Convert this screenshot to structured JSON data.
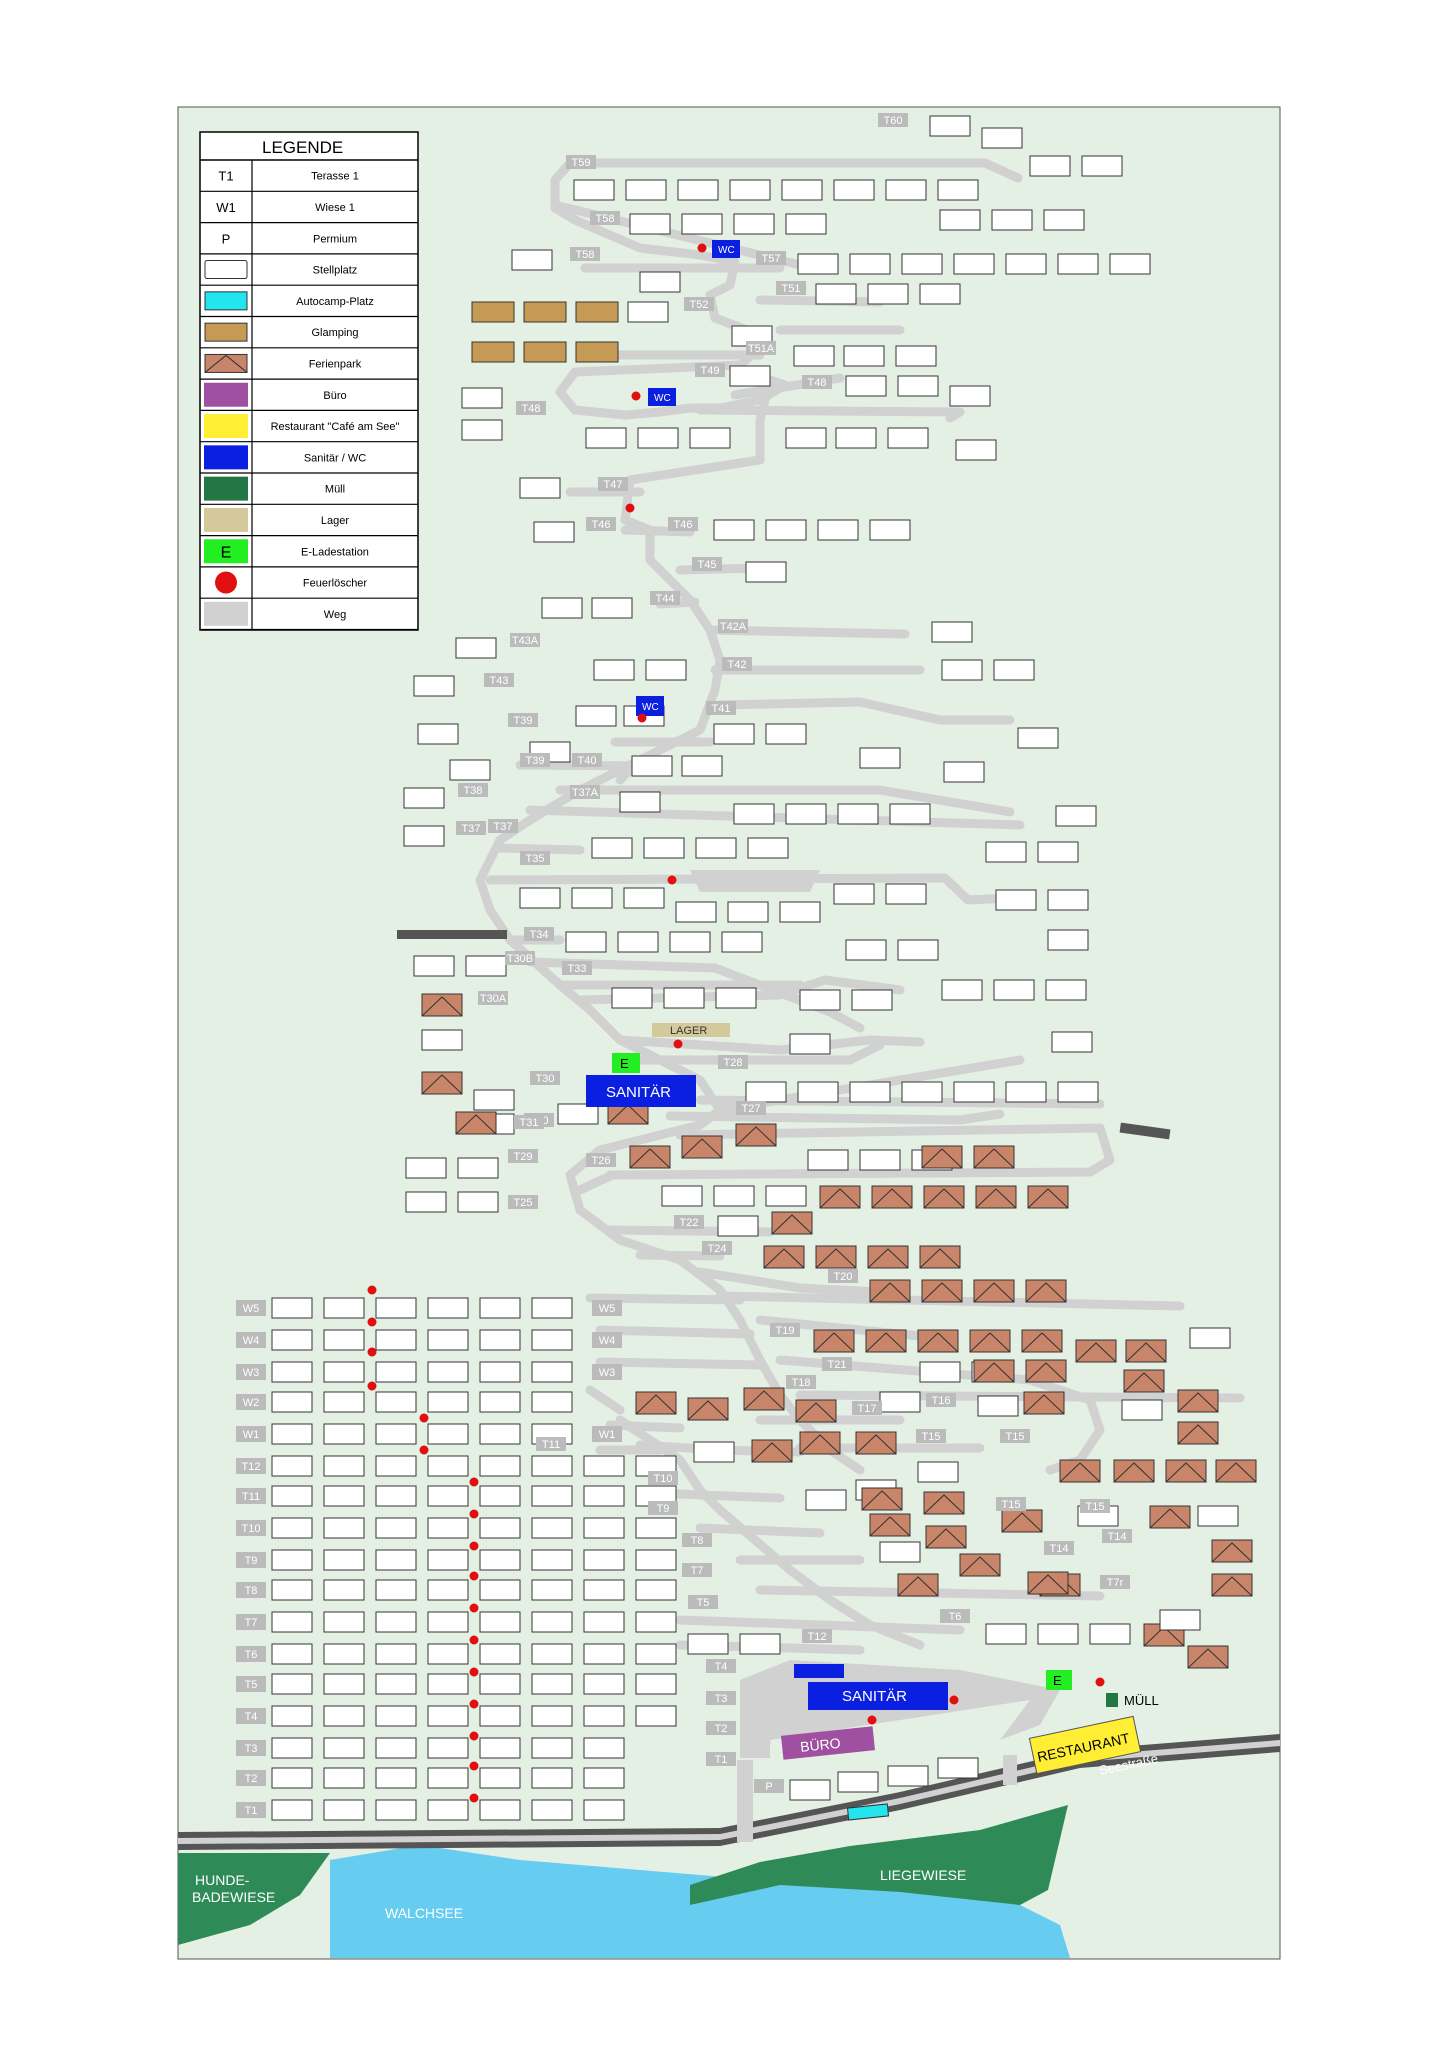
{
  "legend": {
    "title": "LEGENDE",
    "items": [
      {
        "symbol": "T1",
        "label": "Terasse 1"
      },
      {
        "symbol": "W1",
        "label": "Wiese 1"
      },
      {
        "symbol": "P",
        "label": "Permium"
      },
      {
        "symbol": "",
        "label": "Stellplatz"
      },
      {
        "symbol": "",
        "label": "Autocamp-Platz"
      },
      {
        "symbol": "",
        "label": "Glamping"
      },
      {
        "symbol": "",
        "label": "Ferienpark"
      },
      {
        "symbol": "",
        "label": "Büro"
      },
      {
        "symbol": "",
        "label": "Restaurant \"Café am See\""
      },
      {
        "symbol": "",
        "label": "Sanitär / WC"
      },
      {
        "symbol": "",
        "label": "Müll"
      },
      {
        "symbol": "",
        "label": "Lager"
      },
      {
        "symbol": "E",
        "label": "E-Ladestation"
      },
      {
        "symbol": "",
        "label": "Feuerlöscher"
      },
      {
        "symbol": "",
        "label": "Weg"
      }
    ]
  },
  "colors": {
    "background": "#e5f0e5",
    "path": "#d1d1d1",
    "glamping": "#c49a55",
    "ferienpark": "#c9856a",
    "buero": "#a050a0",
    "restaurant": "#ffee33",
    "sanitaer": "#0a1fe0",
    "muell": "#227744",
    "lager": "#d4c99a",
    "eladestation": "#22ee22",
    "feuerloescher": "#e01010",
    "autocamp": "#22e5f0",
    "road": "#555555",
    "lake": "#66ccf0",
    "meadow": "#2e8b57",
    "label_bg": "#bbbbbb"
  },
  "terraces": [
    "T60",
    "T59",
    "T58",
    "T58",
    "T57",
    "T51",
    "T52",
    "T51A",
    "T49",
    "T48",
    "T48",
    "T47",
    "T46",
    "T46",
    "T45",
    "T44",
    "T42A",
    "T43A",
    "T42",
    "T43",
    "T41",
    "T39",
    "T39",
    "T40",
    "T37A",
    "T38",
    "T37",
    "T37",
    "T35",
    "T34",
    "T30B",
    "T33",
    "T30A",
    "T30",
    "T30",
    "T28",
    "T31",
    "T27",
    "T29",
    "T26",
    "T25",
    "T22",
    "T24",
    "T20",
    "T19",
    "T21",
    "T18",
    "T17",
    "T16",
    "T15",
    "T15",
    "T15",
    "T15",
    "T14",
    "T14",
    "T7r",
    "T6",
    "T12",
    "T11",
    "T10",
    "T9",
    "T8",
    "T7",
    "T5",
    "T4",
    "T3",
    "T2",
    "T1",
    "P"
  ],
  "meadows_rows": [
    "W5",
    "W4",
    "W3",
    "W2",
    "W1",
    "T12",
    "T11",
    "T10",
    "T9",
    "T8",
    "T7",
    "T6",
    "T5",
    "T4",
    "T3",
    "T2",
    "T1"
  ],
  "meadows_right": [
    "W5",
    "W4",
    "W3",
    "W1"
  ],
  "facilities": {
    "wc": "WC",
    "sanitaer_upper": "SANITÄR",
    "sanitaer_lower": "SANITÄR",
    "lager": "LAGER",
    "buero": "BÜRO",
    "restaurant": "RESTAURANT",
    "muell": "MÜLL",
    "e": "E"
  },
  "places": {
    "road": "Seestraße",
    "lake": "WALCHSEE",
    "liegewiese": "LIEGEWIESE",
    "hunde1": "HUNDE-",
    "hunde2": "BADEWIESE"
  }
}
